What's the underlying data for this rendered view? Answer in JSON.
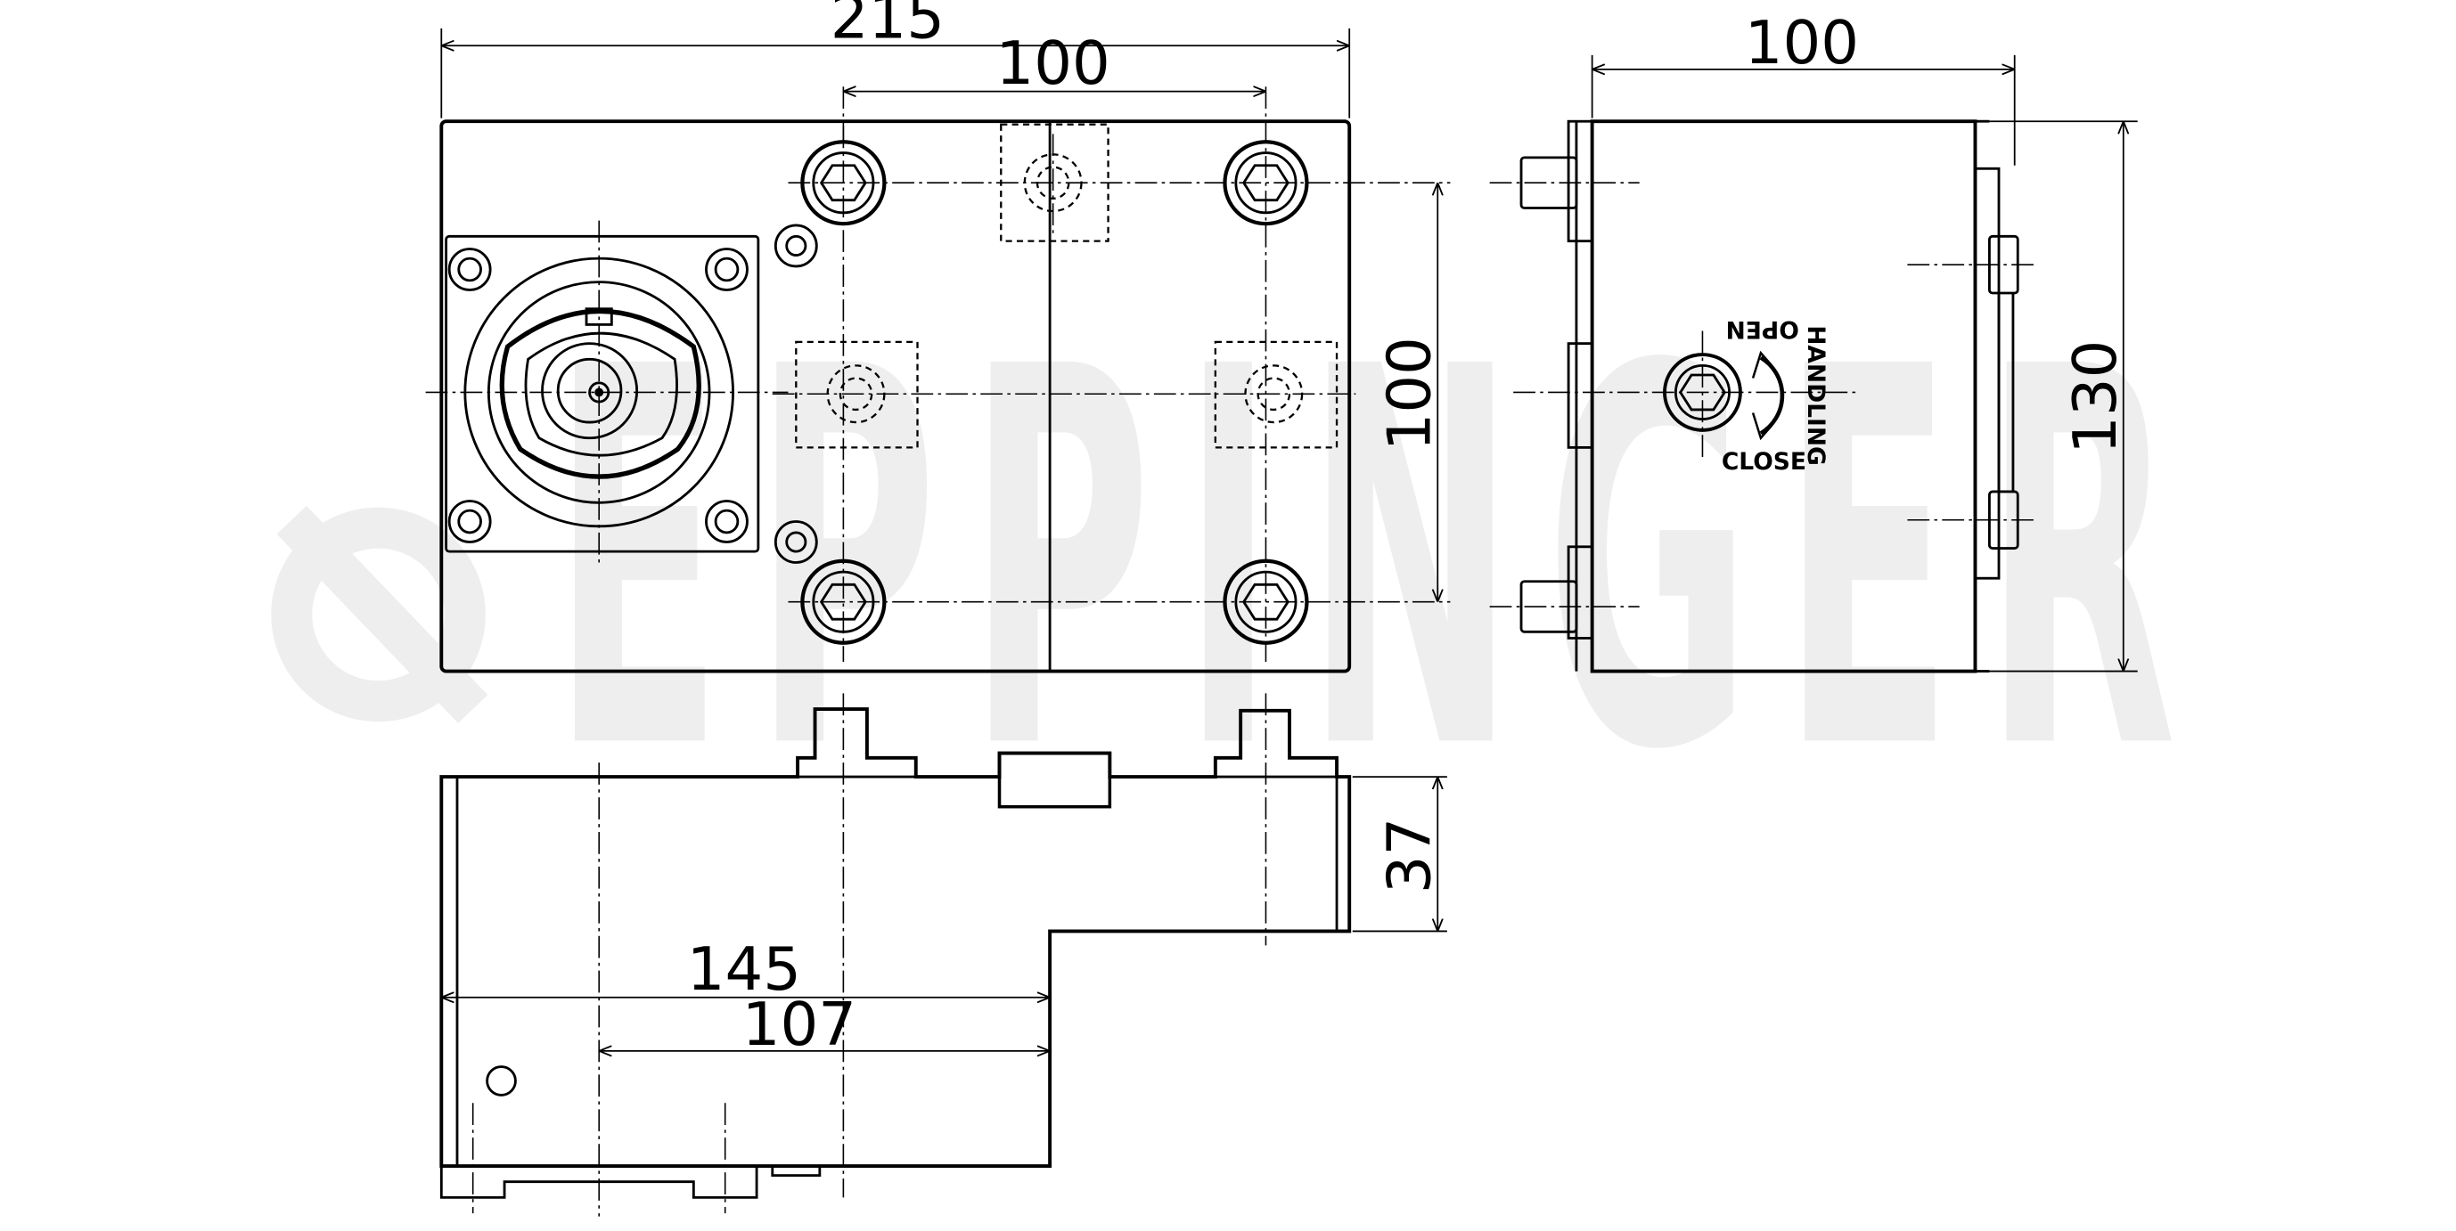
{
  "watermark": {
    "brand": "EPPINGER"
  },
  "dimensions": {
    "top_width": "215",
    "hole_spacing_horizontal": "100",
    "hole_spacing_vertical": "100",
    "side_width": "100",
    "side_height": "130",
    "body_height": "37",
    "length_145": "145",
    "length_107": "107"
  },
  "side_labels": {
    "open": "OPEN",
    "close": "CLOSE",
    "vertical": "HANDLING"
  },
  "colors": {
    "line": "#000000",
    "watermark": "#eeeeee",
    "background": "#ffffff"
  }
}
